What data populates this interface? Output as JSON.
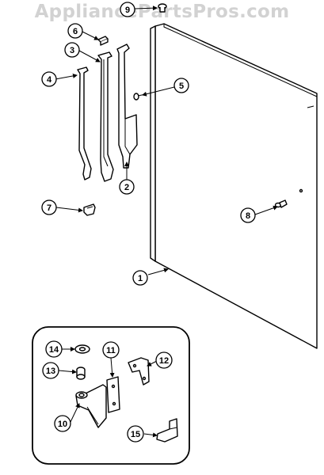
{
  "watermark": "AppliancePartsPros.com",
  "callouts": [
    {
      "id": "callout-1",
      "label": "1"
    },
    {
      "id": "callout-2",
      "label": "2"
    },
    {
      "id": "callout-3",
      "label": "3"
    },
    {
      "id": "callout-4",
      "label": "4"
    },
    {
      "id": "callout-5",
      "label": "5"
    },
    {
      "id": "callout-6",
      "label": "6"
    },
    {
      "id": "callout-7",
      "label": "7"
    },
    {
      "id": "callout-8",
      "label": "8"
    },
    {
      "id": "callout-9",
      "label": "9"
    },
    {
      "id": "callout-10",
      "label": "10"
    },
    {
      "id": "callout-11",
      "label": "11"
    },
    {
      "id": "callout-12",
      "label": "12"
    },
    {
      "id": "callout-13",
      "label": "13"
    },
    {
      "id": "callout-14",
      "label": "14"
    },
    {
      "id": "callout-15",
      "label": "15"
    }
  ]
}
